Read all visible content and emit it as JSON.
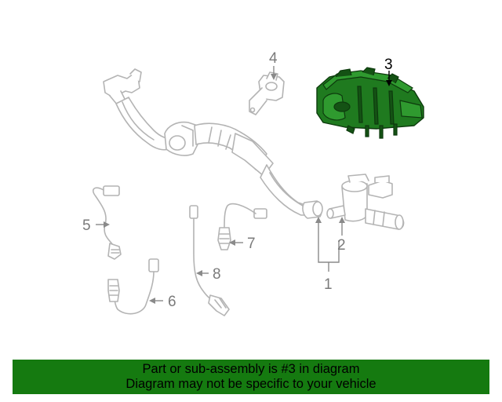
{
  "callouts": {
    "c1": "1",
    "c2": "2",
    "c3": "3",
    "c4": "4",
    "c5": "5",
    "c6": "6",
    "c7": "7",
    "c8": "8"
  },
  "highlight": {
    "part": "3",
    "color": "#157a10"
  },
  "banner": {
    "line1": "Part or sub-assembly is #3 in diagram",
    "line2": "Diagram may not be specific to your vehicle",
    "background": "#157a10"
  }
}
